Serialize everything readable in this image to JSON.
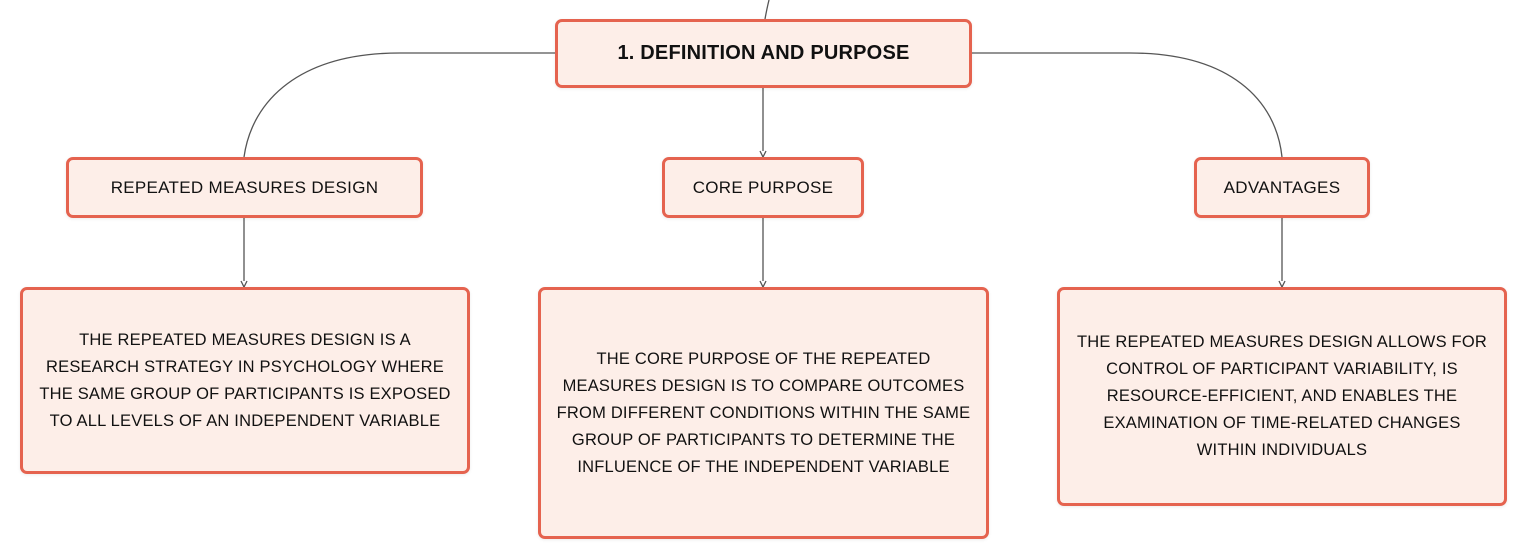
{
  "diagram": {
    "root": {
      "label": "1. DEFINITION AND PURPOSE"
    },
    "branches": [
      {
        "topic": "REPEATED MEASURES DESIGN",
        "detail": "THE REPEATED MEASURES DESIGN IS A RESEARCH STRATEGY IN PSYCHOLOGY WHERE THE SAME GROUP OF PARTICIPANTS IS EXPOSED TO ALL LEVELS OF AN INDEPENDENT VARIABLE"
      },
      {
        "topic": "CORE PURPOSE",
        "detail": "THE CORE PURPOSE OF THE REPEATED MEASURES DESIGN IS TO COMPARE OUTCOMES FROM DIFFERENT CONDITIONS WITHIN THE SAME GROUP OF PARTICIPANTS TO DETERMINE THE INFLUENCE OF THE INDEPENDENT VARIABLE"
      },
      {
        "topic": "ADVANTAGES",
        "detail": "THE REPEATED MEASURES DESIGN ALLOWS FOR CONTROL OF PARTICIPANT VARIABILITY, IS RESOURCE-EFFICIENT, AND ENABLES THE EXAMINATION OF TIME-RELATED CHANGES WITHIN INDIVIDUALS"
      }
    ]
  },
  "colors": {
    "node_border": "#e5634f",
    "node_fill": "#fdeee8",
    "connector": "#555555",
    "text": "#111111"
  }
}
